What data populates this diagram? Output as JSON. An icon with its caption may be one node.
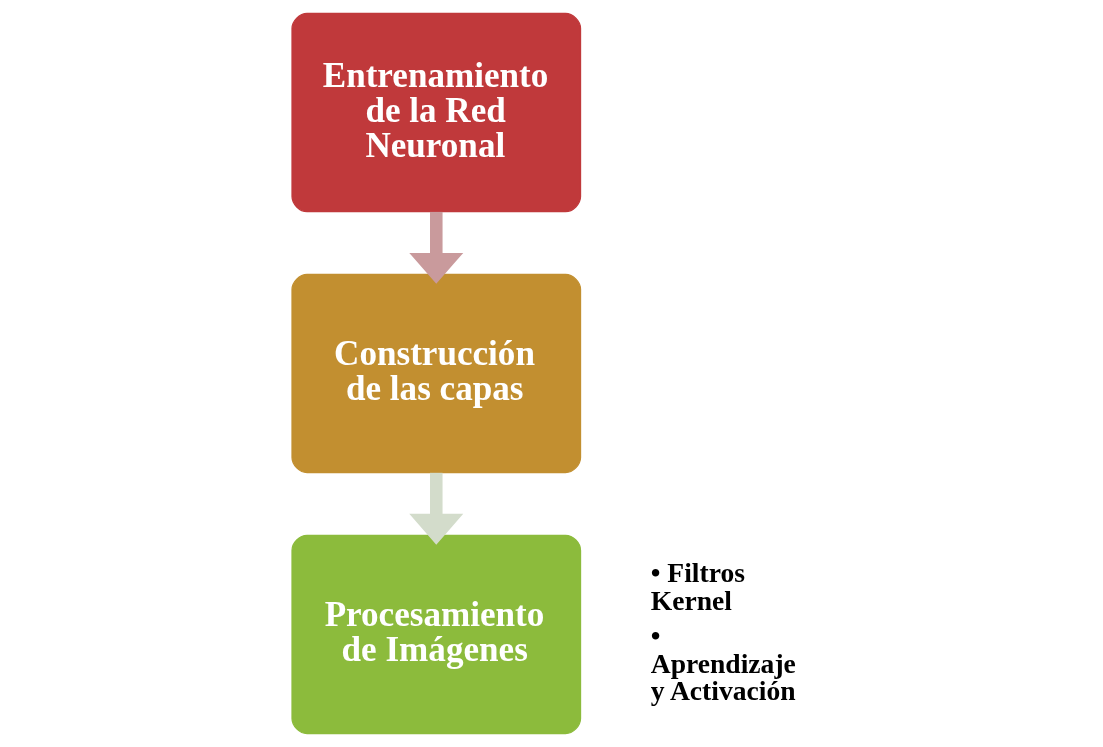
{
  "diagram": {
    "nodes": [
      {
        "text": [
          "Entrenamiento de la Red Neuronal"
        ]
      },
      {
        "text": [
          "Construcción de las capas"
        ]
      },
      {
        "text": [
          "Procesamiento de Imágenes"
        ],
        "beside": [
          "• Filtros Kernel",
          "• Aprendizaje y Activación"
        ]
      }
    ],
    "edges": [
      {
        "from": 0,
        "to": 1,
        "arrow": "to",
        "color": "#c99a9c"
      },
      {
        "from": 1,
        "to": 2,
        "arrow": "to",
        "color": "#d3dccb"
      }
    ]
  }
}
